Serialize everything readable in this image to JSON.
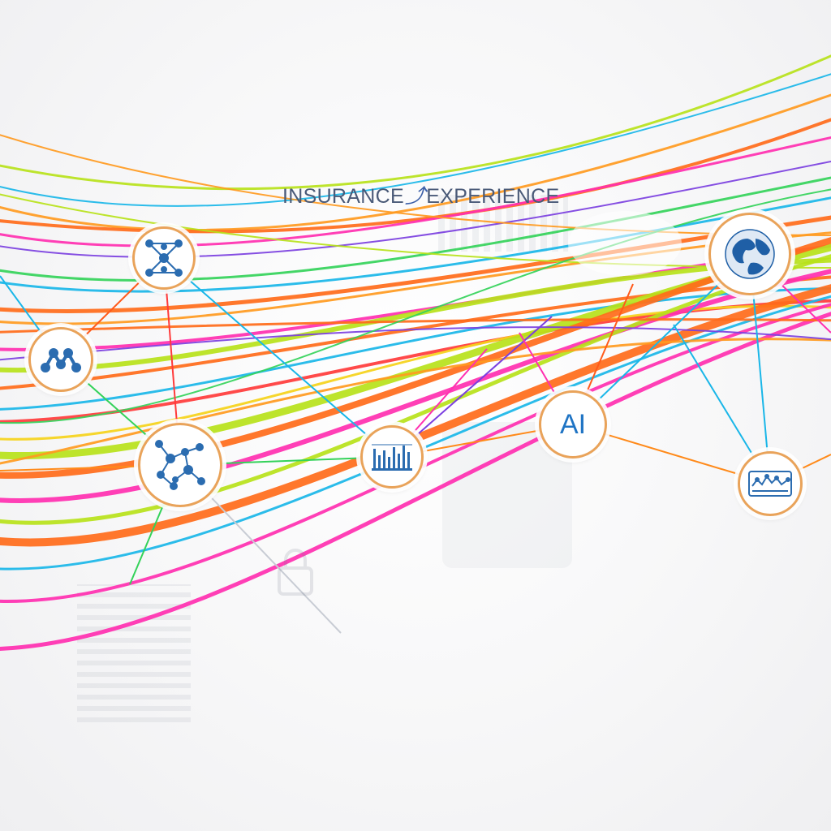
{
  "title": {
    "left": "INSURANCE",
    "separator": "⤴",
    "right": "EXPERIENCE"
  },
  "nodes": [
    {
      "name": "molecule-cluster-node",
      "icon": "molecule-cluster-icon"
    },
    {
      "name": "chain-link-node",
      "icon": "chain-link-icon"
    },
    {
      "name": "network-graph-node",
      "icon": "network-graph-icon"
    },
    {
      "name": "bar-chart-node",
      "icon": "bar-chart-icon"
    },
    {
      "name": "ai-node",
      "icon": "ai-text-icon",
      "label": "AI"
    },
    {
      "name": "globe-node",
      "icon": "globe-icon"
    },
    {
      "name": "dashboard-node",
      "icon": "dashboard-icon"
    }
  ],
  "colors": {
    "title": "#4a5a78",
    "node_border": "#e9a35a",
    "icon_blue": "#2b6cb0",
    "stream": [
      "#ff6b1a",
      "#ff2fb0",
      "#19b6e8",
      "#b7e21a",
      "#ff9a1f",
      "#7b3fe0",
      "#34d25a",
      "#ff3b3b",
      "#f5d21a"
    ]
  }
}
